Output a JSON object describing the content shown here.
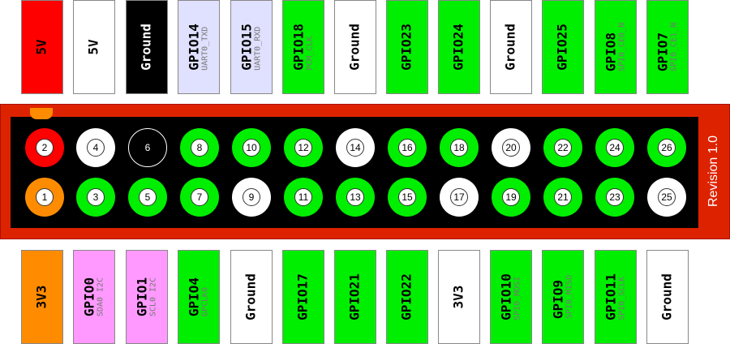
{
  "revision": "Revision 1.0",
  "colors": {
    "board": "#dd2200",
    "header": "#000000",
    "power5v": "#ff0000",
    "power3v3": "#ff8c00",
    "gpio": "#00ee00",
    "i2c": "#ff99ff",
    "uart": "#e0e0ff",
    "ground": "#ffffff"
  },
  "top_labels": [
    {
      "main": "5V",
      "sub": "",
      "bg": "#ff0000",
      "fg": "#000000"
    },
    {
      "main": "5V",
      "sub": "",
      "bg": "#ffffff",
      "fg": "#000000"
    },
    {
      "main": "Ground",
      "sub": "",
      "bg": "#000000",
      "fg": "#ffffff"
    },
    {
      "main": "GPIO14",
      "sub": "UART0_TXD",
      "bg": "#e0e0ff",
      "fg": "#000000"
    },
    {
      "main": "GPIO15",
      "sub": "UART0_RXD",
      "bg": "#e0e0ff",
      "fg": "#000000"
    },
    {
      "main": "GPIO18",
      "sub": "PCM_CLK",
      "bg": "#00ee00",
      "fg": "#000000"
    },
    {
      "main": "Ground",
      "sub": "",
      "bg": "#ffffff",
      "fg": "#000000"
    },
    {
      "main": "GPIO23",
      "sub": "",
      "bg": "#00ee00",
      "fg": "#000000"
    },
    {
      "main": "GPIO24",
      "sub": "",
      "bg": "#00ee00",
      "fg": "#000000"
    },
    {
      "main": "Ground",
      "sub": "",
      "bg": "#ffffff",
      "fg": "#000000"
    },
    {
      "main": "GPIO25",
      "sub": "",
      "bg": "#00ee00",
      "fg": "#000000"
    },
    {
      "main": "GPIO8",
      "sub": "SPI0_CE0_N",
      "bg": "#00ee00",
      "fg": "#000000"
    },
    {
      "main": "GPIO7",
      "sub": "SPI0_CE1_N",
      "bg": "#00ee00",
      "fg": "#000000"
    }
  ],
  "bottom_labels": [
    {
      "main": "3V3",
      "sub": "",
      "bg": "#ff8c00",
      "fg": "#000000"
    },
    {
      "main": "GPIO0",
      "sub": "SDA0 I2C",
      "bg": "#ff99ff",
      "fg": "#000000"
    },
    {
      "main": "GPIO1",
      "sub": "SCL0 I2C",
      "bg": "#ff99ff",
      "fg": "#000000"
    },
    {
      "main": "GPIO4",
      "sub": "GPCLK0",
      "bg": "#00ee00",
      "fg": "#000000"
    },
    {
      "main": "Ground",
      "sub": "",
      "bg": "#ffffff",
      "fg": "#000000"
    },
    {
      "main": "GPIO17",
      "sub": "",
      "bg": "#00ee00",
      "fg": "#000000"
    },
    {
      "main": "GPIO21",
      "sub": "",
      "bg": "#00ee00",
      "fg": "#000000"
    },
    {
      "main": "GPIO22",
      "sub": "",
      "bg": "#00ee00",
      "fg": "#000000"
    },
    {
      "main": "3V3",
      "sub": "",
      "bg": "#ffffff",
      "fg": "#000000"
    },
    {
      "main": "GPIO10",
      "sub": "SPI0_MOSI",
      "bg": "#00ee00",
      "fg": "#000000"
    },
    {
      "main": "GPIO9",
      "sub": "SPI0_MISO",
      "bg": "#00ee00",
      "fg": "#000000"
    },
    {
      "main": "GPIO11",
      "sub": "SPI0_SCLK",
      "bg": "#00ee00",
      "fg": "#000000"
    },
    {
      "main": "Ground",
      "sub": "",
      "bg": "#ffffff",
      "fg": "#000000"
    }
  ],
  "top_pins": [
    {
      "num": "2",
      "color": "#ff0000"
    },
    {
      "num": "4",
      "color": "#ffffff"
    },
    {
      "num": "6",
      "color": "#000000"
    },
    {
      "num": "8",
      "color": "#00ee00"
    },
    {
      "num": "10",
      "color": "#00ee00"
    },
    {
      "num": "12",
      "color": "#00ee00"
    },
    {
      "num": "14",
      "color": "#ffffff"
    },
    {
      "num": "16",
      "color": "#00ee00"
    },
    {
      "num": "18",
      "color": "#00ee00"
    },
    {
      "num": "20",
      "color": "#ffffff"
    },
    {
      "num": "22",
      "color": "#00ee00"
    },
    {
      "num": "24",
      "color": "#00ee00"
    },
    {
      "num": "26",
      "color": "#00ee00"
    }
  ],
  "bottom_pins": [
    {
      "num": "1",
      "color": "#ff8c00"
    },
    {
      "num": "3",
      "color": "#00ee00"
    },
    {
      "num": "5",
      "color": "#00ee00"
    },
    {
      "num": "7",
      "color": "#00ee00"
    },
    {
      "num": "9",
      "color": "#ffffff"
    },
    {
      "num": "11",
      "color": "#00ee00"
    },
    {
      "num": "13",
      "color": "#00ee00"
    },
    {
      "num": "15",
      "color": "#00ee00"
    },
    {
      "num": "17",
      "color": "#ffffff"
    },
    {
      "num": "19",
      "color": "#00ee00"
    },
    {
      "num": "21",
      "color": "#00ee00"
    },
    {
      "num": "23",
      "color": "#00ee00"
    },
    {
      "num": "25",
      "color": "#ffffff"
    }
  ]
}
